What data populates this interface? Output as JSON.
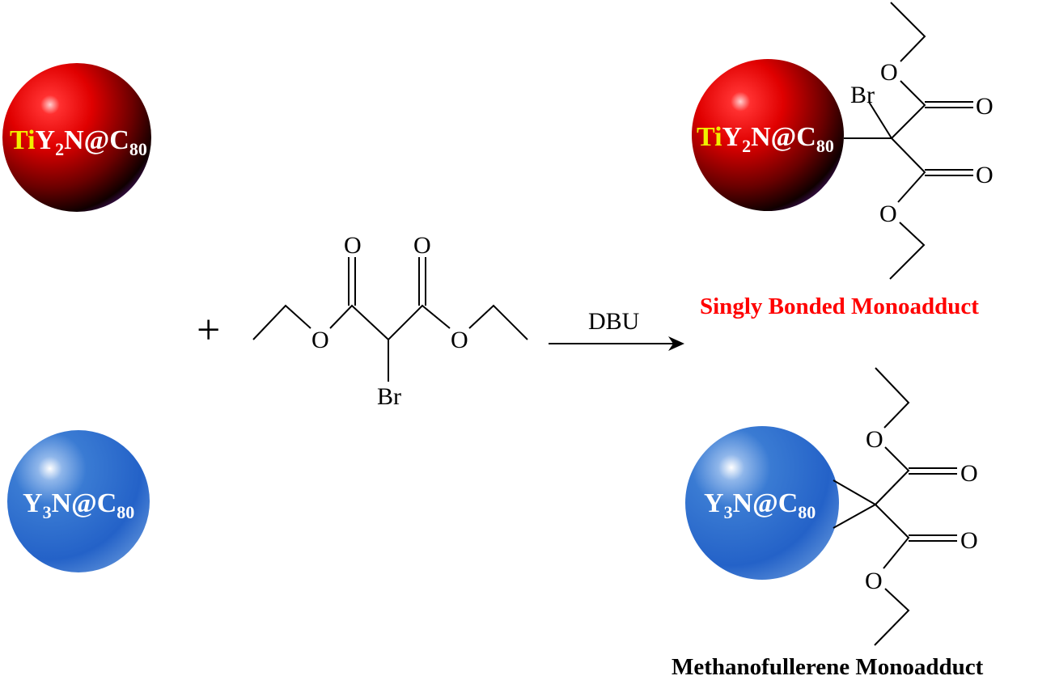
{
  "reactants": {
    "ti_fullerene": {
      "el1": "Ti",
      "el2": "Y",
      "sub1": "2",
      "rest": "N@C",
      "sub2": "80",
      "sphere_color": "#e00000",
      "highlight_color": "#f0f000"
    },
    "y_fullerene": {
      "el1": "Y",
      "sub1": "3",
      "rest": "N@C",
      "sub2": "80",
      "sphere_color": "#2f6fd0"
    },
    "plus": "+",
    "malonate": {
      "o_top_left": "O",
      "o_top_right": "O",
      "o_ester_left": "O",
      "o_ester_right": "O",
      "br": "Br"
    }
  },
  "arrow": {
    "reagent": "DBU"
  },
  "products": {
    "singly_bonded": {
      "formula": {
        "el1": "Ti",
        "el2": "Y",
        "sub1": "2",
        "rest": "N@C",
        "sub2": "80"
      },
      "br": "Br",
      "o1": "O",
      "o2": "O",
      "o3": "O",
      "o4": "O",
      "caption": "Singly Bonded Monoadduct",
      "caption_color": "#ff0000"
    },
    "methano": {
      "formula": {
        "el1": "Y",
        "sub1": "3",
        "rest": "N@C",
        "sub2": "80"
      },
      "o1": "O",
      "o2": "O",
      "o3": "O",
      "o4": "O",
      "caption": "Methanofullerene Monoadduct",
      "caption_color": "#000000"
    }
  }
}
